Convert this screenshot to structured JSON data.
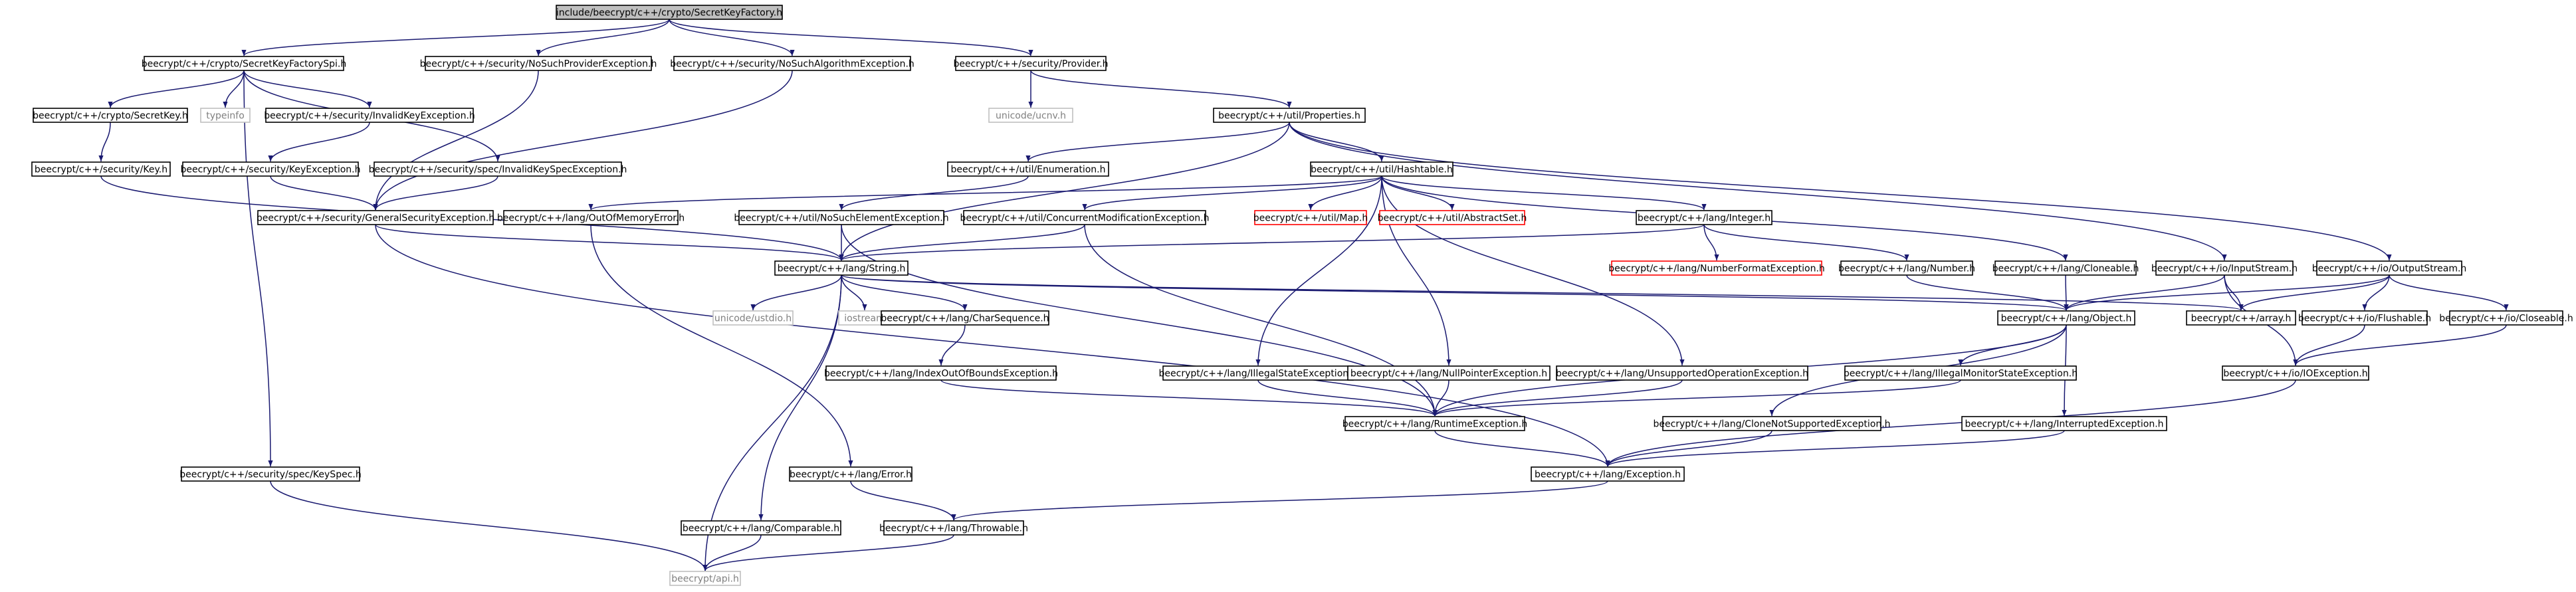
{
  "graph": {
    "title": "include/beecrypt/c++/crypto/SecretKeyFactory.h",
    "colors": {
      "root_fill": "#bfbfbf",
      "normal_border": "#000000",
      "missing_border": "#ff0000",
      "external_border": "#bfbfbf",
      "external_text": "#808080",
      "edge": "#191970"
    },
    "nodes": [
      {
        "id": "root",
        "label": "include/beecrypt/c++/crypto/SecretKeyFactory.h",
        "kind": "root"
      },
      {
        "id": "skfspi",
        "label": "beecrypt/c++/crypto/SecretKeyFactorySpi.h",
        "kind": "normal"
      },
      {
        "id": "nsp",
        "label": "beecrypt/c++/security/NoSuchProviderException.h",
        "kind": "normal"
      },
      {
        "id": "nsa",
        "label": "beecrypt/c++/security/NoSuchAlgorithmException.h",
        "kind": "normal"
      },
      {
        "id": "provider",
        "label": "beecrypt/c++/security/Provider.h",
        "kind": "normal"
      },
      {
        "id": "secretkey",
        "label": "beecrypt/c++/crypto/SecretKey.h",
        "kind": "normal"
      },
      {
        "id": "typeinfo",
        "label": "typeinfo",
        "kind": "external"
      },
      {
        "id": "ike",
        "label": "beecrypt/c++/security/InvalidKeyException.h",
        "kind": "normal"
      },
      {
        "id": "ikse",
        "label": "beecrypt/c++/security/spec/InvalidKeySpecException.h",
        "kind": "normal"
      },
      {
        "id": "ucnv",
        "label": "unicode/ucnv.h",
        "kind": "external"
      },
      {
        "id": "properties",
        "label": "beecrypt/c++/util/Properties.h",
        "kind": "normal"
      },
      {
        "id": "key",
        "label": "beecrypt/c++/security/Key.h",
        "kind": "normal"
      },
      {
        "id": "keyex",
        "label": "beecrypt/c++/security/KeyException.h",
        "kind": "normal"
      },
      {
        "id": "enumeration",
        "label": "beecrypt/c++/util/Enumeration.h",
        "kind": "normal"
      },
      {
        "id": "hashtable",
        "label": "beecrypt/c++/util/Hashtable.h",
        "kind": "normal"
      },
      {
        "id": "gse",
        "label": "beecrypt/c++/security/GeneralSecurityException.h",
        "kind": "normal"
      },
      {
        "id": "oome",
        "label": "beecrypt/c++/lang/OutOfMemoryError.h",
        "kind": "normal"
      },
      {
        "id": "nsee",
        "label": "beecrypt/c++/util/NoSuchElementException.h",
        "kind": "normal"
      },
      {
        "id": "cme",
        "label": "beecrypt/c++/util/ConcurrentModificationException.h",
        "kind": "normal"
      },
      {
        "id": "map",
        "label": "beecrypt/c++/util/Map.h",
        "kind": "missing"
      },
      {
        "id": "abstractset",
        "label": "beecrypt/c++/util/AbstractSet.h",
        "kind": "missing"
      },
      {
        "id": "integer",
        "label": "beecrypt/c++/lang/Integer.h",
        "kind": "normal"
      },
      {
        "id": "string",
        "label": "beecrypt/c++/lang/String.h",
        "kind": "normal"
      },
      {
        "id": "nfe",
        "label": "beecrypt/c++/lang/NumberFormatException.h",
        "kind": "missing"
      },
      {
        "id": "number",
        "label": "beecrypt/c++/lang/Number.h",
        "kind": "normal"
      },
      {
        "id": "cloneable",
        "label": "beecrypt/c++/lang/Cloneable.h",
        "kind": "normal"
      },
      {
        "id": "inputstream",
        "label": "beecrypt/c++/io/InputStream.h",
        "kind": "normal"
      },
      {
        "id": "outputstream",
        "label": "beecrypt/c++/io/OutputStream.h",
        "kind": "normal"
      },
      {
        "id": "ustdio",
        "label": "unicode/ustdio.h",
        "kind": "external"
      },
      {
        "id": "iostream",
        "label": "iostream",
        "kind": "external"
      },
      {
        "id": "charseq",
        "label": "beecrypt/c++/lang/CharSequence.h",
        "kind": "normal"
      },
      {
        "id": "object",
        "label": "beecrypt/c++/lang/Object.h",
        "kind": "normal"
      },
      {
        "id": "array",
        "label": "beecrypt/c++/array.h",
        "kind": "normal"
      },
      {
        "id": "flushable",
        "label": "beecrypt/c++/io/Flushable.h",
        "kind": "normal"
      },
      {
        "id": "closeable",
        "label": "beecrypt/c++/io/Closeable.h",
        "kind": "normal"
      },
      {
        "id": "ioobe",
        "label": "beecrypt/c++/lang/IndexOutOfBoundsException.h",
        "kind": "normal"
      },
      {
        "id": "ise",
        "label": "beecrypt/c++/lang/IllegalStateException.h",
        "kind": "normal"
      },
      {
        "id": "npe",
        "label": "beecrypt/c++/lang/NullPointerException.h",
        "kind": "normal"
      },
      {
        "id": "uoe",
        "label": "beecrypt/c++/lang/UnsupportedOperationException.h",
        "kind": "normal"
      },
      {
        "id": "imse",
        "label": "beecrypt/c++/lang/IllegalMonitorStateException.h",
        "kind": "normal"
      },
      {
        "id": "ioexception",
        "label": "beecrypt/c++/io/IOException.h",
        "kind": "normal"
      },
      {
        "id": "runtime",
        "label": "beecrypt/c++/lang/RuntimeException.h",
        "kind": "normal"
      },
      {
        "id": "cnse",
        "label": "beecrypt/c++/lang/CloneNotSupportedException.h",
        "kind": "normal"
      },
      {
        "id": "ie",
        "label": "beecrypt/c++/lang/InterruptedException.h",
        "kind": "normal"
      },
      {
        "id": "keyspec",
        "label": "beecrypt/c++/security/spec/KeySpec.h",
        "kind": "normal"
      },
      {
        "id": "error",
        "label": "beecrypt/c++/lang/Error.h",
        "kind": "normal"
      },
      {
        "id": "exception",
        "label": "beecrypt/c++/lang/Exception.h",
        "kind": "normal"
      },
      {
        "id": "comparable",
        "label": "beecrypt/c++/lang/Comparable.h",
        "kind": "normal"
      },
      {
        "id": "throwable",
        "label": "beecrypt/c++/lang/Throwable.h",
        "kind": "normal"
      },
      {
        "id": "api",
        "label": "beecrypt/api.h",
        "kind": "external"
      }
    ],
    "edges": [
      [
        "root",
        "skfspi"
      ],
      [
        "root",
        "nsp"
      ],
      [
        "root",
        "nsa"
      ],
      [
        "root",
        "provider"
      ],
      [
        "skfspi",
        "secretkey"
      ],
      [
        "skfspi",
        "typeinfo"
      ],
      [
        "skfspi",
        "ike"
      ],
      [
        "skfspi",
        "ikse"
      ],
      [
        "skfspi",
        "keyspec"
      ],
      [
        "nsp",
        "gse"
      ],
      [
        "nsa",
        "gse"
      ],
      [
        "provider",
        "ucnv"
      ],
      [
        "provider",
        "properties"
      ],
      [
        "secretkey",
        "key"
      ],
      [
        "key",
        "string"
      ],
      [
        "ike",
        "keyex"
      ],
      [
        "keyex",
        "gse"
      ],
      [
        "ikse",
        "gse"
      ],
      [
        "properties",
        "enumeration"
      ],
      [
        "properties",
        "hashtable"
      ],
      [
        "properties",
        "string"
      ],
      [
        "properties",
        "inputstream"
      ],
      [
        "properties",
        "outputstream"
      ],
      [
        "enumeration",
        "nsee"
      ],
      [
        "hashtable",
        "oome"
      ],
      [
        "hashtable",
        "cme"
      ],
      [
        "hashtable",
        "map"
      ],
      [
        "hashtable",
        "abstractset"
      ],
      [
        "hashtable",
        "integer"
      ],
      [
        "hashtable",
        "cloneable"
      ],
      [
        "hashtable",
        "ise"
      ],
      [
        "hashtable",
        "npe"
      ],
      [
        "hashtable",
        "uoe"
      ],
      [
        "gse",
        "string"
      ],
      [
        "gse",
        "exception"
      ],
      [
        "oome",
        "error"
      ],
      [
        "nsee",
        "string"
      ],
      [
        "nsee",
        "runtime"
      ],
      [
        "cme",
        "string"
      ],
      [
        "cme",
        "runtime"
      ],
      [
        "integer",
        "nfe"
      ],
      [
        "integer",
        "number"
      ],
      [
        "integer",
        "string"
      ],
      [
        "number",
        "object"
      ],
      [
        "cloneable",
        "object"
      ],
      [
        "inputstream",
        "object"
      ],
      [
        "inputstream",
        "array"
      ],
      [
        "inputstream",
        "ioexception"
      ],
      [
        "outputstream",
        "object"
      ],
      [
        "outputstream",
        "array"
      ],
      [
        "outputstream",
        "flushable"
      ],
      [
        "outputstream",
        "closeable"
      ],
      [
        "string",
        "ustdio"
      ],
      [
        "string",
        "iostream"
      ],
      [
        "string",
        "charseq"
      ],
      [
        "string",
        "object"
      ],
      [
        "string",
        "array"
      ],
      [
        "string",
        "comparable"
      ],
      [
        "string",
        "api"
      ],
      [
        "charseq",
        "ioobe"
      ],
      [
        "ioobe",
        "runtime"
      ],
      [
        "object",
        "imse"
      ],
      [
        "object",
        "runtime"
      ],
      [
        "object",
        "cnse"
      ],
      [
        "object",
        "ie"
      ],
      [
        "flushable",
        "ioexception"
      ],
      [
        "closeable",
        "ioexception"
      ],
      [
        "ioexception",
        "exception"
      ],
      [
        "ise",
        "runtime"
      ],
      [
        "npe",
        "runtime"
      ],
      [
        "uoe",
        "runtime"
      ],
      [
        "imse",
        "runtime"
      ],
      [
        "runtime",
        "exception"
      ],
      [
        "cnse",
        "exception"
      ],
      [
        "ie",
        "exception"
      ],
      [
        "keyspec",
        "api"
      ],
      [
        "error",
        "throwable"
      ],
      [
        "exception",
        "throwable"
      ],
      [
        "comparable",
        "api"
      ],
      [
        "throwable",
        "api"
      ]
    ]
  }
}
